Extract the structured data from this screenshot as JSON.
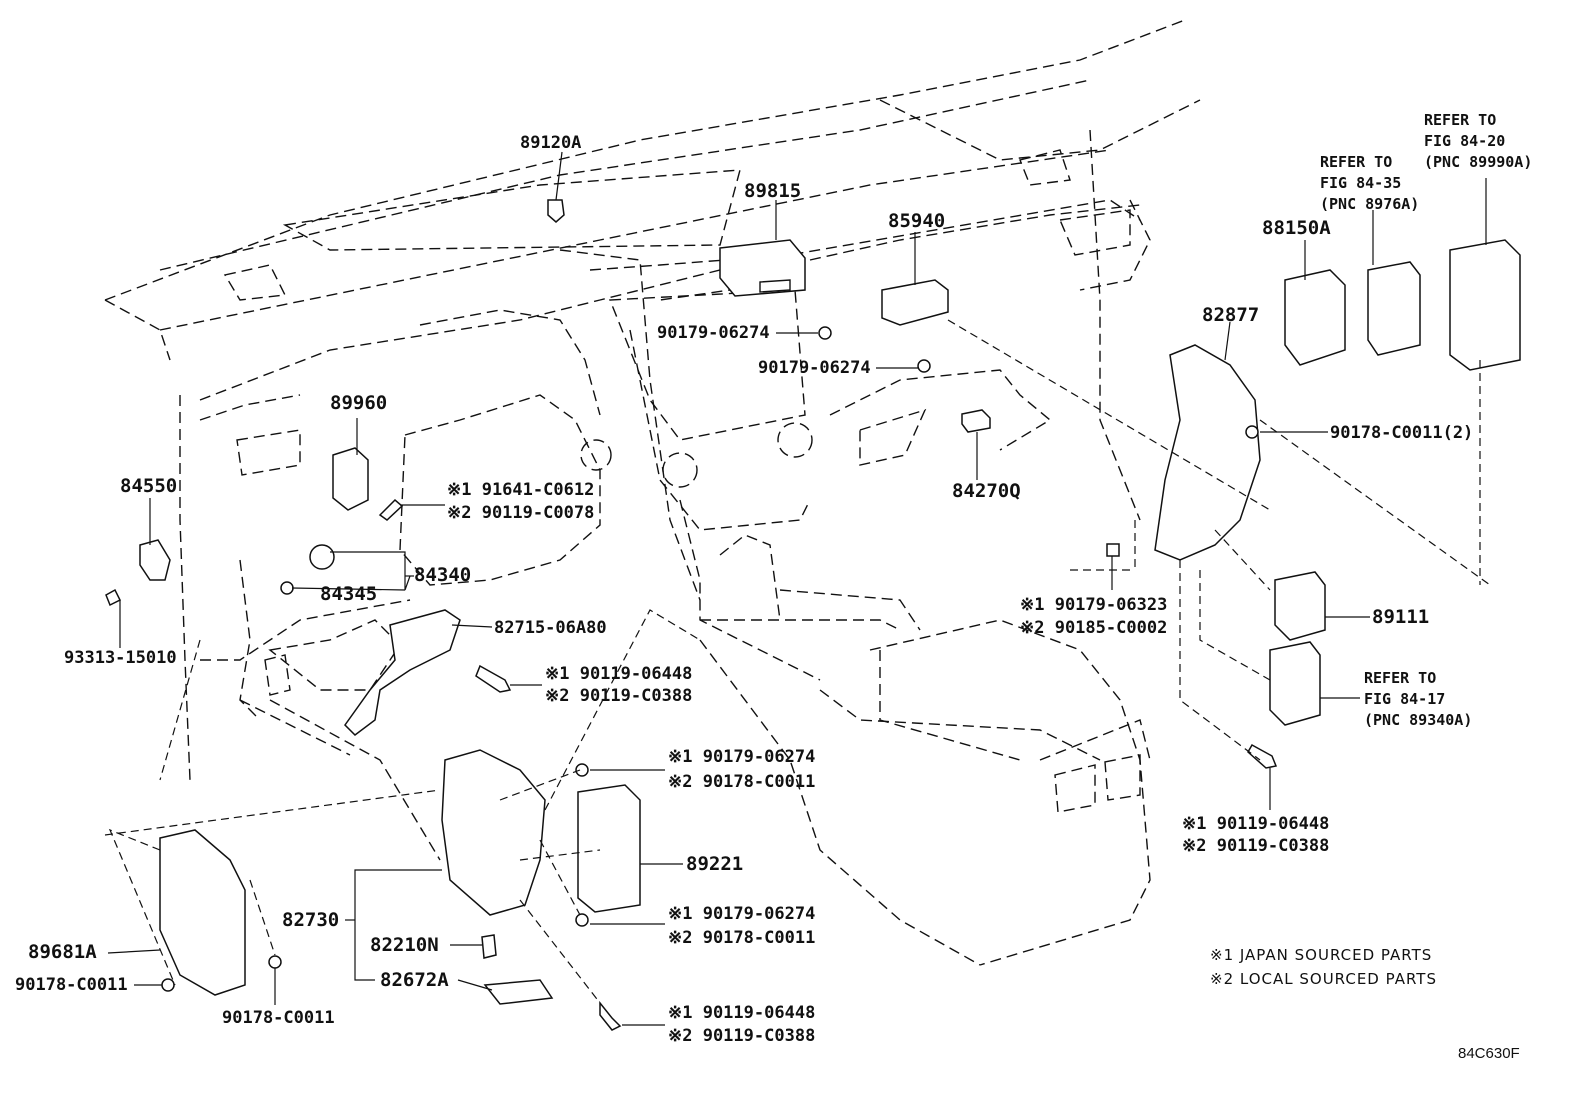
{
  "figure_code": "84C630F",
  "legend": {
    "japan": "※1 JAPAN SOURCED PARTS",
    "local": "※2 LOCAL SOURCED PARTS"
  },
  "refs": {
    "r8420": {
      "line1": "REFER TO",
      "line2": "FIG 84-20",
      "line3": "(PNC 89990A)"
    },
    "r8435": {
      "line1": "REFER TO",
      "line2": "FIG 84-35",
      "line3": "(PNC 8976A)"
    },
    "r8417": {
      "line1": "REFER TO",
      "line2": "FIG 84-17",
      "line3": "(PNC 89340A)"
    }
  },
  "labels": {
    "p89120A": "89120A",
    "p89815": "89815",
    "p85940": "85940",
    "p88150A": "88150A",
    "p82877": "82877",
    "p89960": "89960",
    "p84550": "84550",
    "p84340": "84340",
    "p84345": "84345",
    "p84270Q": "84270Q",
    "p89111": "89111",
    "p89221": "89221",
    "p82730": "82730",
    "p82210N": "82210N",
    "p82672A": "82672A",
    "p89681A": "89681A",
    "c90179_06274_a": "90179-06274",
    "c90179_06274_b": "90179-06274",
    "c90178_C0011_2": "90178-C0011(2)",
    "c91641_C0612": "※1 91641-C0612",
    "c90119_C0078": "※2 90119-C0078",
    "c82715_06A80": "82715-06A80",
    "c93313_15010": "93313-15010",
    "c90119_06448_a": "※1 90119-06448",
    "c90119_C0388_a": "※2 90119-C0388",
    "c90179_06323": "※1 90179-06323",
    "c90185_C0002": "※2 90185-C0002",
    "c90119_06448_b": "※1 90119-06448",
    "c90119_C0388_b": "※2 90119-C0388",
    "c90179_06274_c": "※1 90179-06274",
    "c90178_C0011_c": "※2 90178-C0011",
    "c90179_06274_d": "※1 90179-06274",
    "c90178_C0011_d": "※2 90178-C0011",
    "c90119_06448_c": "※1 90119-06448",
    "c90119_C0388_c": "※2 90119-C0388",
    "c90178_C0011_left": "90178-C0011",
    "c90178_C0011_bottom": "90178-C0011"
  }
}
